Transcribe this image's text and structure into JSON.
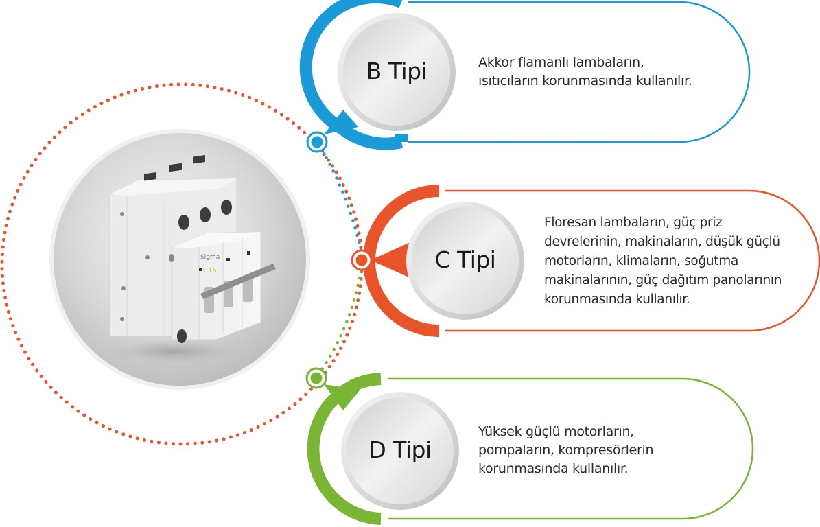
{
  "colors": {
    "b_blue": "#1a9ad6",
    "c_orange": "#e8552b",
    "d_green": "#7ab536",
    "outer_ring": "#e8552b"
  },
  "product": {
    "brand": "Sigma",
    "rating": "C16",
    "description": "3-pole miniature circuit breaker"
  },
  "types": [
    {
      "label": "B Tipi",
      "color": "#1a9ad6",
      "lines": [
        "Akkor flamanlı lambaların,",
        "ısıtıcıların korunmasında kullanılır."
      ]
    },
    {
      "label": "C Tipi",
      "color": "#e8552b",
      "lines": [
        "Floresan lambaların, güç priz",
        "devrelerinin, makinaların, düşük güçlü",
        "motorların, klimaların, soğutma",
        "makinalarının, güç dağıtım panolarının",
        "korunmasında kullanılır."
      ]
    },
    {
      "label": "D Tipi",
      "color": "#7ab536",
      "lines": [
        "Yüksek güçlü motorların,",
        "pompaların, kompresörlerin",
        "korunmasında kullanılır."
      ]
    }
  ]
}
